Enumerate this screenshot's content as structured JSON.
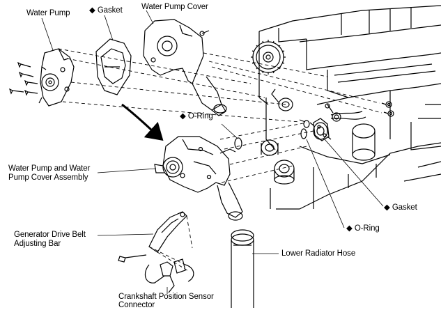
{
  "labels": {
    "water_pump": "Water Pump",
    "gasket_top": "◆ Gasket",
    "water_pump_cover": "Water Pump Cover",
    "o_ring_upper": "◆ O-Ring",
    "assembly_line1": "Water Pump and Water",
    "assembly_line2": "Pump Cover Assembly",
    "gasket_right": "◆ Gasket",
    "o_ring_lower": "◆ O-Ring",
    "adjusting_bar_line1": "Generator Drive Belt",
    "adjusting_bar_line2": "Adjusting Bar",
    "lower_radiator_hose": "Lower Radiator Hose",
    "crank_sensor_line1": "Crankshaft Position Sensor",
    "crank_sensor_line2": "Connector"
  }
}
